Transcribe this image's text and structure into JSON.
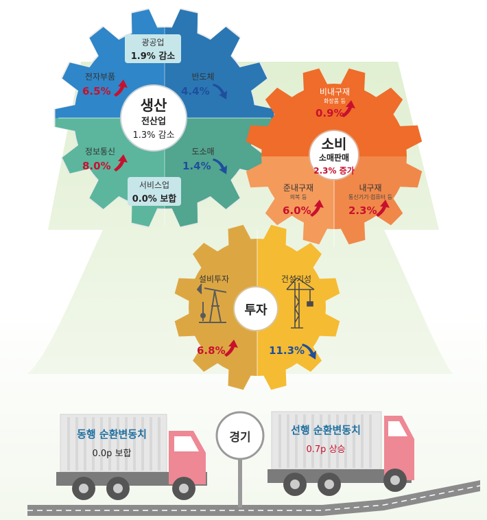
{
  "production": {
    "title": "생산",
    "subtitle": "전산업",
    "total": "1.3% 감소",
    "items": {
      "mining": {
        "label": "광공업",
        "value": "1.9% 감소"
      },
      "semiconductor": {
        "label": "반도체",
        "value": "4.4%",
        "trend": "down"
      },
      "electronic_parts": {
        "label": "전자부품",
        "value": "6.5%",
        "trend": "up"
      },
      "info_comm": {
        "label": "정보통신",
        "value": "8.0%",
        "trend": "up"
      },
      "wholesale_retail": {
        "label": "도소매",
        "value": "1.4%",
        "trend": "down"
      },
      "services": {
        "label": "서비스업",
        "value": "0.0% 보합"
      }
    }
  },
  "consumption": {
    "title": "소비",
    "subtitle": "소매판매",
    "total": "2.3% 증가",
    "items": {
      "nondurable": {
        "label": "비내구재",
        "note": "화장품 등",
        "value": "0.9%",
        "trend": "up"
      },
      "semidurable": {
        "label": "준내구재",
        "note": "의복 등",
        "value": "6.0%",
        "trend": "up"
      },
      "durable": {
        "label": "내구재",
        "note": "통신기기·컴퓨터 등",
        "value": "2.3%",
        "trend": "up"
      }
    }
  },
  "investment": {
    "title": "투자",
    "items": {
      "facility": {
        "label": "설비투자",
        "value": "6.8%",
        "trend": "up"
      },
      "construction": {
        "label": "건설기성",
        "value": "11.3%",
        "trend": "down"
      }
    }
  },
  "economy": {
    "title": "경기",
    "coincident": {
      "label": "동행 순환변동치",
      "value": "0.0p 보합"
    },
    "leading": {
      "label": "선행 순환변동치",
      "value": "0.7p 상승"
    }
  },
  "colors": {
    "production_top": "#2f86c8",
    "production_bottom": "#5bb69d",
    "consumption_top": "#ef6c2a",
    "consumption_bottom": "#f49a5b",
    "investment_left": "#dca743",
    "investment_right": "#f5bb33",
    "up_arrow": "#c8102e",
    "down_arrow": "#1f4e9c",
    "background_arrow": "#e7f1dc"
  },
  "icons": [
    "oil-pump-icon",
    "crane-icon",
    "truck-icon",
    "up-arrow-icon",
    "down-arrow-icon"
  ]
}
